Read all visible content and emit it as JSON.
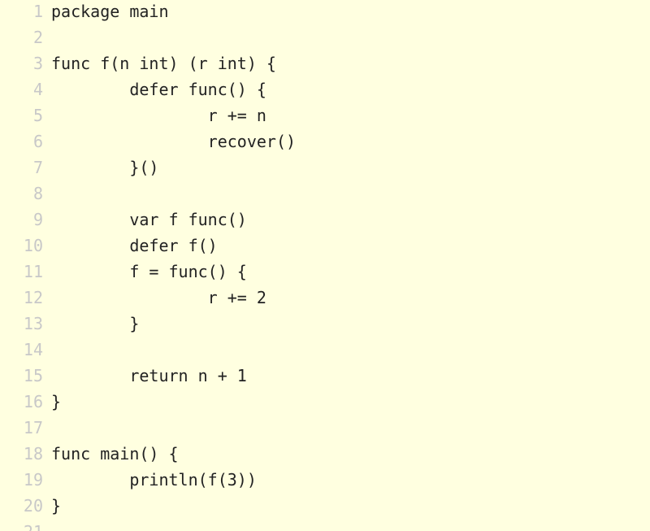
{
  "editor": {
    "lines": [
      {
        "num": "1",
        "text": "package main"
      },
      {
        "num": "2",
        "text": ""
      },
      {
        "num": "3",
        "text": "func f(n int) (r int) {"
      },
      {
        "num": "4",
        "text": "        defer func() {"
      },
      {
        "num": "5",
        "text": "                r += n"
      },
      {
        "num": "6",
        "text": "                recover()"
      },
      {
        "num": "7",
        "text": "        }()"
      },
      {
        "num": "8",
        "text": ""
      },
      {
        "num": "9",
        "text": "        var f func()"
      },
      {
        "num": "10",
        "text": "        defer f()"
      },
      {
        "num": "11",
        "text": "        f = func() {"
      },
      {
        "num": "12",
        "text": "                r += 2"
      },
      {
        "num": "13",
        "text": "        }"
      },
      {
        "num": "14",
        "text": ""
      },
      {
        "num": "15",
        "text": "        return n + 1"
      },
      {
        "num": "16",
        "text": "}"
      },
      {
        "num": "17",
        "text": ""
      },
      {
        "num": "18",
        "text": "func main() {"
      },
      {
        "num": "19",
        "text": "        println(f(3))"
      },
      {
        "num": "20",
        "text": "}"
      },
      {
        "num": "21",
        "text": ""
      }
    ],
    "colors": {
      "background": "#ffffe0",
      "line_number": "#c8c8c8",
      "code_text": "#222222"
    }
  }
}
